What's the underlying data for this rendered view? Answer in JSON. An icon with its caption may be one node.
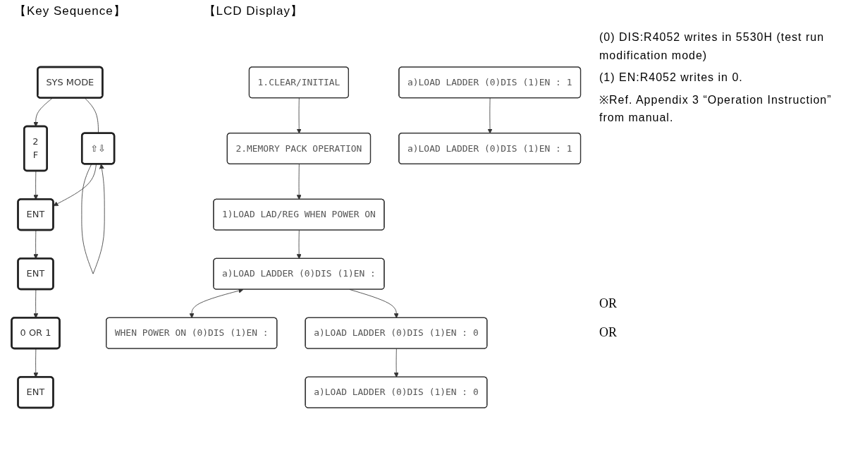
{
  "diagram": {
    "nodes": [
      {
        "text": [
          "SYS MODE"
        ]
      },
      {
        "text": [
          "⇧⇩"
        ]
      },
      {
        "text": [
          "2",
          "F"
        ]
      },
      {
        "text": [
          "ENT"
        ]
      },
      {
        "text": [
          "ENT"
        ]
      },
      {
        "text": [
          "0 OR 1"
        ]
      },
      {
        "text": [
          "ENT"
        ]
      },
      {
        "text": [
          "1.CLEAR/INITIAL"
        ]
      },
      {
        "text": [
          "2.MEMORY PACK OPERATION"
        ]
      },
      {
        "text": [
          "1)LOAD LAD/REG WHEN POWER ON"
        ]
      },
      {
        "text": [
          "a)LOAD LADDER (0)DIS (1)EN :"
        ]
      },
      {
        "text": [
          "WHEN POWER ON (0)DIS (1)EN :"
        ]
      },
      {
        "text": [
          "a)LOAD LADDER (0)DIS (1)EN : 0"
        ]
      },
      {
        "text": [
          "a)LOAD LADDER (0)DIS (1)EN : 1"
        ]
      },
      {
        "text": [
          "a)LOAD LADDER (0)DIS (1)EN : 0"
        ]
      },
      {
        "text": [
          "a)LOAD LADDER (0)DIS (1)EN : 1"
        ]
      }
    ],
    "edges": [
      {
        "from": 0,
        "to": 2,
        "arrow": "to"
      },
      {
        "from": 0,
        "to": 1,
        "arrow": "none"
      },
      {
        "from": 1,
        "to": 1,
        "arrow": "to"
      },
      {
        "from": 1,
        "to": 3,
        "arrow": "to"
      },
      {
        "from": 2,
        "to": 3,
        "arrow": "to"
      },
      {
        "from": 3,
        "to": 4,
        "arrow": "to"
      },
      {
        "from": 4,
        "to": 5,
        "arrow": "to"
      },
      {
        "from": 5,
        "to": 6,
        "arrow": "to"
      },
      {
        "from": 7,
        "to": 8,
        "arrow": "to"
      },
      {
        "from": 8,
        "to": 9,
        "arrow": "to"
      },
      {
        "from": 9,
        "to": 10,
        "arrow": "to"
      },
      {
        "from": 10,
        "to": 11,
        "arrow": "both"
      },
      {
        "from": 10,
        "to": 12,
        "arrow": "to"
      },
      {
        "from": 12,
        "to": 14,
        "arrow": "to"
      },
      {
        "from": 13,
        "to": 15,
        "arrow": "to"
      }
    ],
    "labels": [
      "【Key Sequence】",
      "【LCD Display】",
      "(0) DIS:R4052 writes in 5530H (test run modification mode)",
      "(1) EN:R4052 writes in 0.",
      "※Ref. Appendix 3 “Operation Instruction” from manual.",
      "OR",
      "OR"
    ]
  }
}
